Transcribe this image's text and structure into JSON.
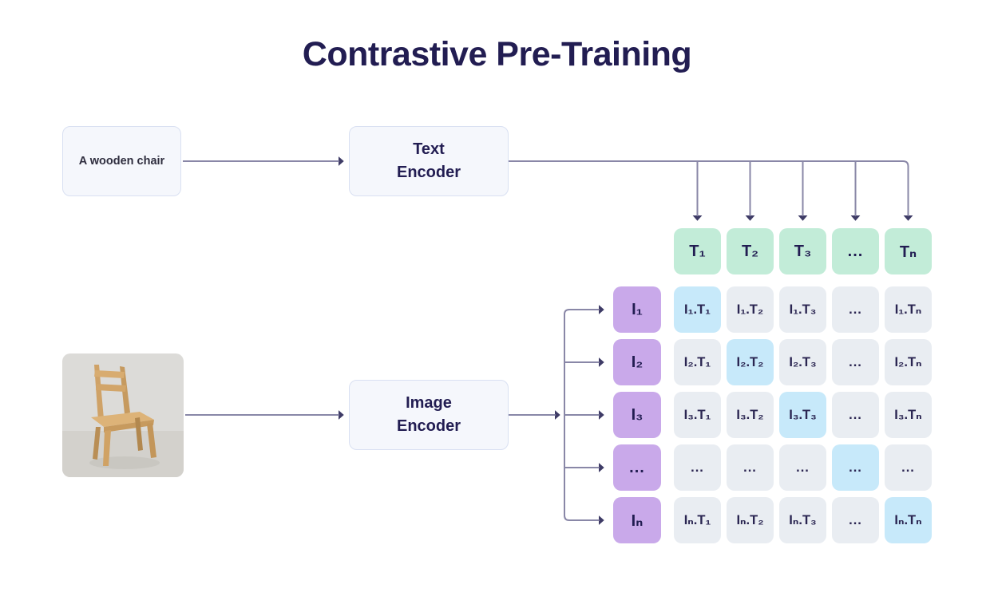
{
  "title": "Contrastive Pre-Training",
  "colors": {
    "navy": "#221d52",
    "line": "#8987a7",
    "arrow": "#3e3b66",
    "node_bg": "#f5f7fc",
    "node_border": "#d9e0f2",
    "green": "#c2ecd8",
    "purple": "#c9a9ea",
    "blue": "#c7e9fa",
    "cell": "#e9edf2",
    "cell_text": "#2a2551"
  },
  "text_pipeline": {
    "input_label": "A wooden chair",
    "encoder_label": "Text\nEncoder"
  },
  "image_pipeline": {
    "image_name": "wooden-chair-photo",
    "encoder_label": "Image\nEncoder"
  },
  "text_embeddings": [
    "T₁",
    "T₂",
    "T₃",
    "...",
    "Tₙ"
  ],
  "image_embeddings": [
    "I₁",
    "I₂",
    "I₃",
    "...",
    "Iₙ"
  ],
  "matrix": {
    "highlight": "diagonal",
    "highlight_color": "#c7e9fa",
    "rows": [
      [
        "I₁.T₁",
        "I₁.T₂",
        "I₁.T₃",
        "...",
        "I₁.Tₙ"
      ],
      [
        "I₂.T₁",
        "I₂.T₂",
        "I₂.T₃",
        "...",
        "I₂.Tₙ"
      ],
      [
        "I₃.T₁",
        "I₃.T₂",
        "I₃.T₃",
        "...",
        "I₃.Tₙ"
      ],
      [
        "...",
        "...",
        "...",
        "...",
        "..."
      ],
      [
        "Iₙ.T₁",
        "Iₙ.T₂",
        "Iₙ.T₃",
        "...",
        "Iₙ.Tₙ"
      ]
    ]
  }
}
